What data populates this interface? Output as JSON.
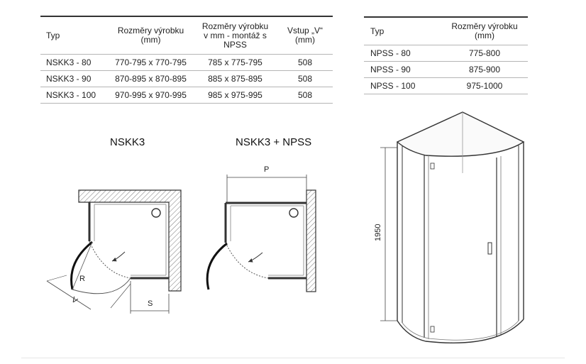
{
  "main_table": {
    "headers": [
      "Typ",
      "Rozměry výrobku (mm)",
      "Rozměry výrobku v mm - montáž s NPSS",
      "Vstup „V“ (mm)"
    ],
    "rows": [
      [
        "NSKK3 - 80",
        "770-795 x 770-795",
        "785 x 775-795",
        "508"
      ],
      [
        "NSKK3 - 90",
        "870-895 x 870-895",
        "885 x 875-895",
        "508"
      ],
      [
        "NSKK3 - 100",
        "970-995 x 970-995",
        "985 x 975-995",
        "508"
      ]
    ]
  },
  "npss_table": {
    "headers": [
      "Typ",
      "Rozměry výrobku (mm)"
    ],
    "rows": [
      [
        "NPSS - 80",
        "775-800"
      ],
      [
        "NPSS - 90",
        "875-900"
      ],
      [
        "NPSS - 100",
        "975-1000"
      ]
    ]
  },
  "figures": {
    "left_title": "NSKK3",
    "right_title": "NSKK3 + NPSS",
    "label_r": "R",
    "label_v": "V",
    "label_s": "S",
    "label_p": "P",
    "height_label": "1950"
  }
}
